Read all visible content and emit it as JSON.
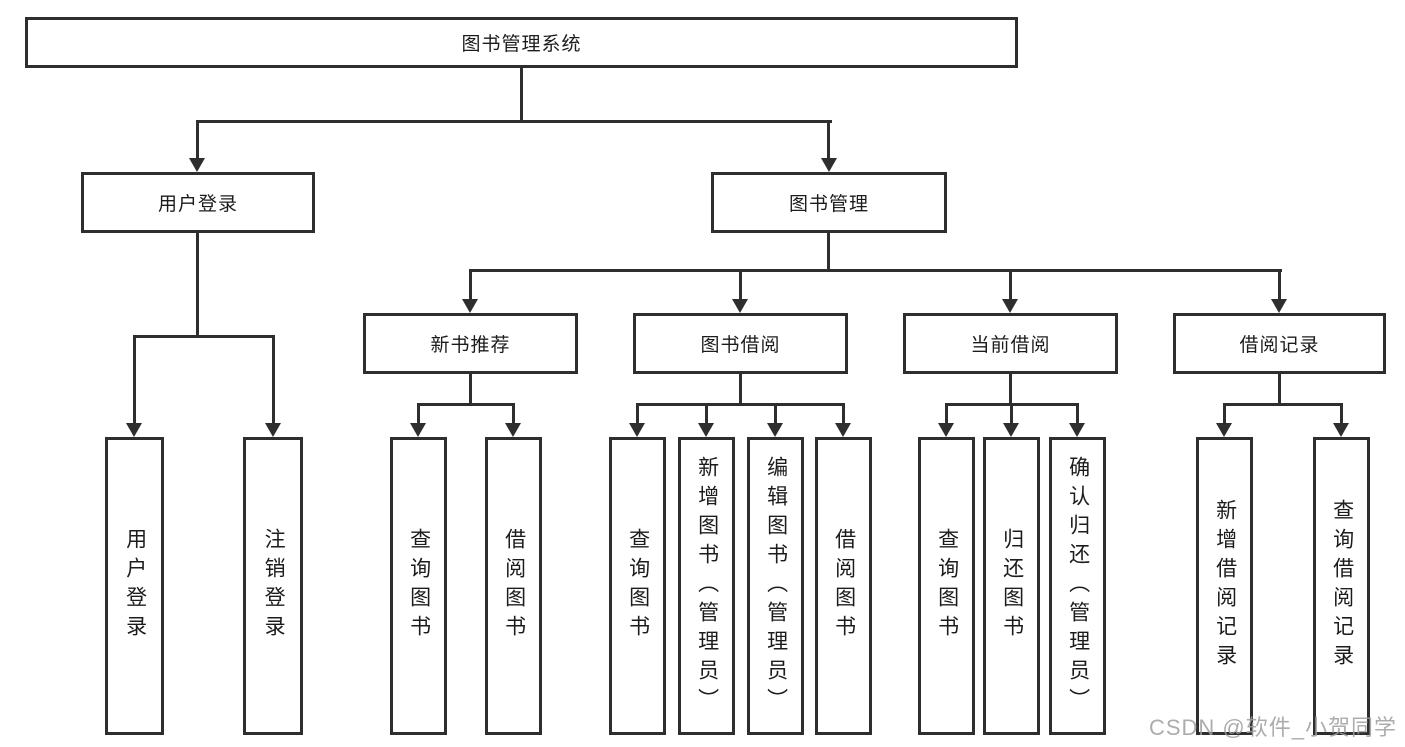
{
  "root": {
    "label": "图书管理系统"
  },
  "user_login": {
    "label": "用户登录",
    "children": [
      {
        "label": "用户登录"
      },
      {
        "label": "注销登录"
      }
    ]
  },
  "book_mgmt": {
    "label": "图书管理",
    "groups": [
      {
        "label": "新书推荐",
        "children": [
          {
            "label": "查询图书"
          },
          {
            "label": "借阅图书"
          }
        ]
      },
      {
        "label": "图书借阅",
        "children": [
          {
            "label": "查询图书"
          },
          {
            "label": "新增图书（管理员）"
          },
          {
            "label": "编辑图书（管理员）"
          },
          {
            "label": "借阅图书"
          }
        ]
      },
      {
        "label": "当前借阅",
        "children": [
          {
            "label": "查询图书"
          },
          {
            "label": "归还图书"
          },
          {
            "label": "确认归还（管理员）"
          }
        ]
      },
      {
        "label": "借阅记录",
        "children": [
          {
            "label": "新增借阅记录"
          },
          {
            "label": "查询借阅记录"
          }
        ]
      }
    ]
  },
  "watermark": "CSDN @软件_小贺同学",
  "colors": {
    "line": "#2e2e2e",
    "text": "#1c1c1c",
    "background": "#ffffff",
    "watermark": "#9e9e9e"
  }
}
